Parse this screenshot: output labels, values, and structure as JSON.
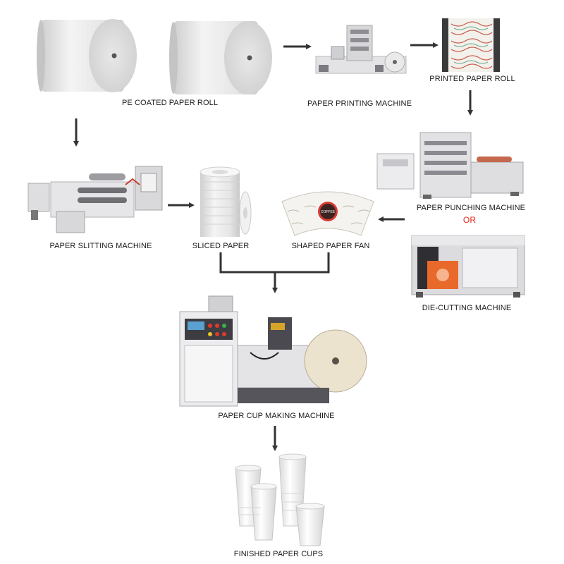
{
  "labels": {
    "pe_coated_paper_roll": "PE COATED PAPER ROLL",
    "paper_printing_machine": "PAPER PRINTING MACHINE",
    "printed_paper_roll": "PRINTED PAPER ROLL",
    "paper_slitting_machine": "PAPER SLITTING MACHINE",
    "sliced_paper": "SLICED PAPER",
    "shaped_paper_fan": "SHAPED PAPER FAN",
    "paper_punching_machine": "PAPER PUNCHING MACHINE",
    "or": "OR",
    "die_cutting_machine": "DIE-CUTTING MACHINE",
    "paper_cup_making_machine": "PAPER CUP MAKING MACHINE",
    "finished_paper_cups": "FINISHED PAPER CUPS"
  },
  "fan_print": "COFFEE",
  "colors": {
    "arrow": "#333333",
    "or_text": "#e02a1a",
    "machine_frame": "#e9e9ea",
    "paper": "#f2f2f2",
    "accent_red": "#c73a2e",
    "accent_orange": "#e8692a"
  }
}
